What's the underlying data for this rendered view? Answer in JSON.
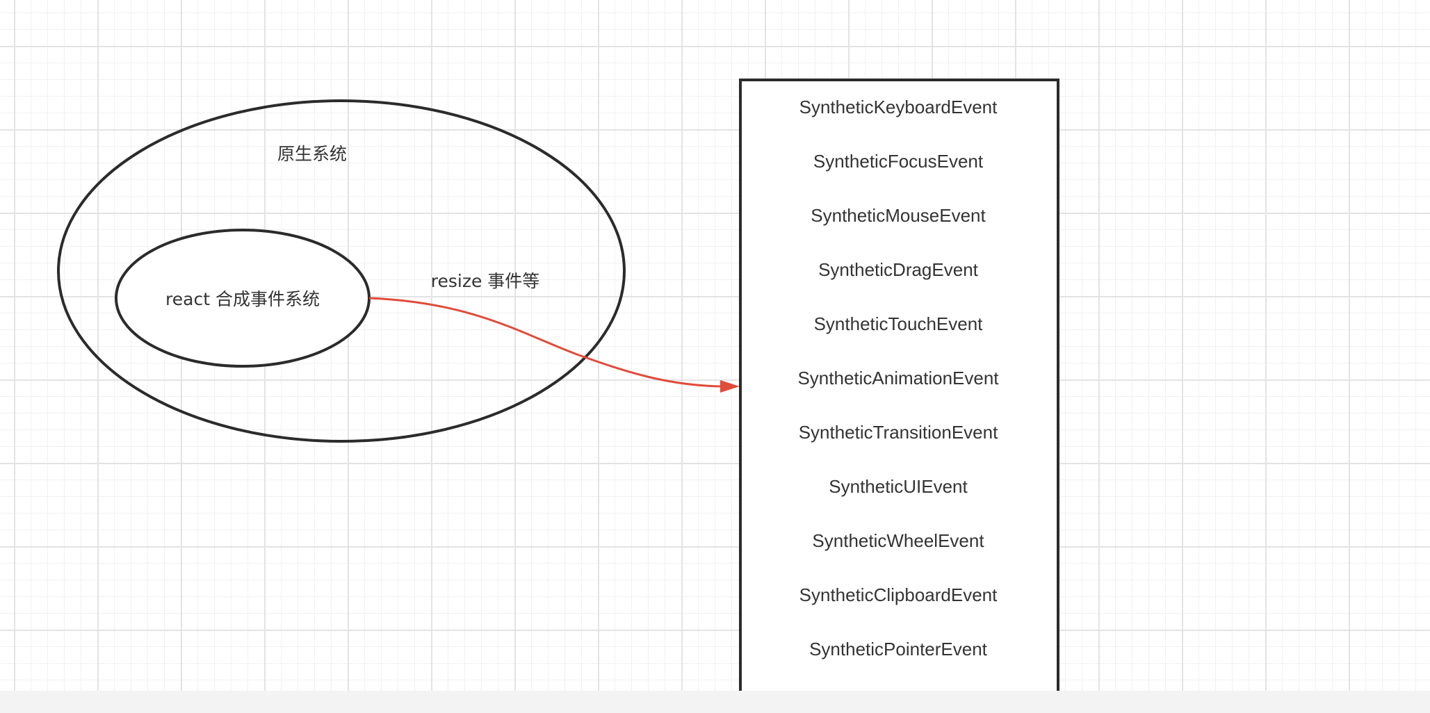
{
  "diagram": {
    "outer_ellipse_label": "原生系统",
    "inner_ellipse_label": "react 合成事件系统",
    "resize_label": "resize 事件等",
    "events": [
      "SyntheticKeyboardEvent",
      "SyntheticFocusEvent",
      "SyntheticMouseEvent",
      "SyntheticDragEvent",
      "SyntheticTouchEvent",
      "SyntheticAnimationEvent",
      "SyntheticTransitionEvent",
      "SyntheticUIEvent",
      "SyntheticWheelEvent",
      "SyntheticClipboardEvent",
      "SyntheticPointerEvent"
    ]
  },
  "colors": {
    "stroke": "#2b2b2b",
    "arrow": "#e04b3a",
    "text": "#333333"
  }
}
